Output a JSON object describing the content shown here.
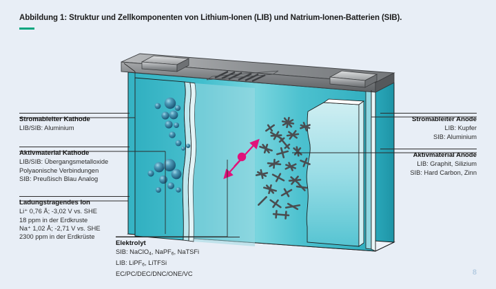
{
  "figure": {
    "caption": "Abbildung 1: Struktur und Zellkomponenten von Lithium-Ionen (LIB) und Natrium-Ionen-Batterien (SIB).",
    "accent_color": "#00a57e",
    "page_number": "8",
    "background_color": "#e8eef6"
  },
  "colors": {
    "cell_teal": "#3cb8c9",
    "separator_light": "#a9dee6",
    "lid_grey": "#6e7073",
    "particle_blue": "#2b7f9e",
    "graphite_grey": "#4a4d50",
    "ion_pink": "#e0127a",
    "leader_line": "#2b2b2b",
    "page_number_color": "#b6cde2"
  },
  "callouts": {
    "stromableiter_kathode": {
      "title": "Stromableiter Kathode",
      "lines": [
        "LIB/SIB: Aluminium"
      ]
    },
    "aktivmaterial_kathode": {
      "title": "Aktivmaterial Kathode",
      "lines": [
        "LIB/SIB: Übergangsmetalloxide",
        "Polyaonische Verbindungen",
        "SIB: Preußisch Blau Analog"
      ]
    },
    "ladungstragendes_ion": {
      "title": "Ladungstragendes Ion",
      "lines": [
        "Li⁺ 0,76 Å; -3,02 V vs. SHE",
        "18 ppm in der Erdkruste",
        "Na⁺ 1,02 Å; -2,71 V vs. SHE",
        "2300 ppm in der Erdkrüste"
      ]
    },
    "elektrolyt": {
      "title": "Elektrolyt",
      "line1_prefix": "SIB: NaClO",
      "line1_sub1": "4",
      "line1_mid": ", NaPF",
      "line1_sub2": "6",
      "line1_suffix": ", NaTSFi",
      "line2_prefix": "LIB: LiPF",
      "line2_sub1": "6",
      "line2_suffix": ", LiTFSi",
      "line3": "EC/PC/DEC/DNC/ONE/VC"
    },
    "stromableiter_anode": {
      "title": "Stromableiter Anode",
      "lines": [
        "LIB: Kupfer",
        "SIB: Aluminium"
      ]
    },
    "aktivmaterial_anode": {
      "title": "Aktivmaterial Anode",
      "lines": [
        "LIB: Graphit, Silizium",
        "SIB: Hard Carbon, Zinn"
      ]
    }
  }
}
